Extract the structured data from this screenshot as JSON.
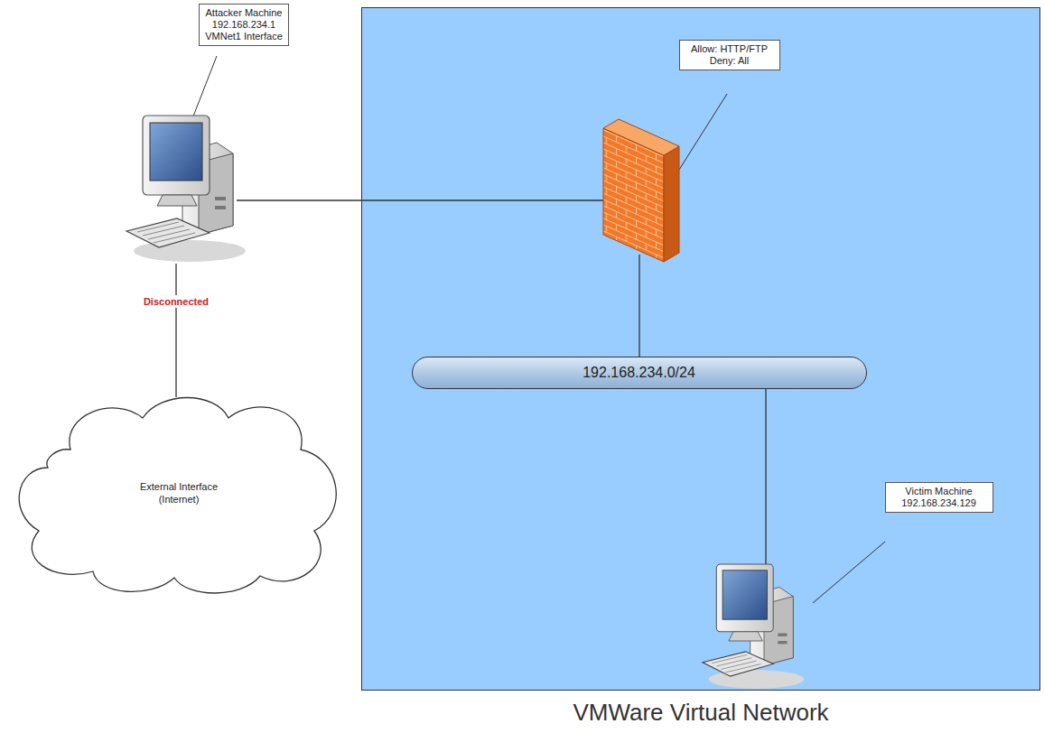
{
  "diagram": {
    "nodes": [
      {
        "text": [
          "Attacker Machine 192.168.234.1 VMNet1 Interface"
        ]
      },
      {
        "text": [
          "VMWare Virtual Network"
        ]
      },
      {
        "text": [
          "Allow: HTTP/FTP Deny: All"
        ],
        "in": 1
      },
      {
        "text": [
          "192.168.234.0/24"
        ],
        "in": 1
      },
      {
        "text": [
          "Victim Machine 192.168.234.129"
        ],
        "in": 1
      },
      {
        "text": [
          "External Interface (Internet)"
        ]
      }
    ],
    "labels": [
      "Disconnected"
    ]
  }
}
